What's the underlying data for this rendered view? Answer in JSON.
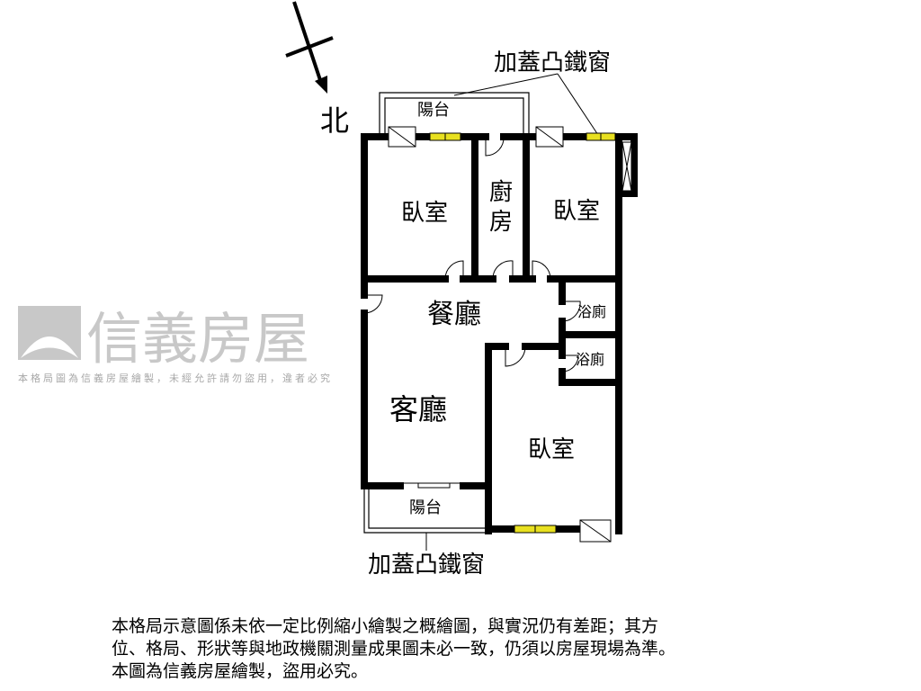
{
  "compass": {
    "label": "北",
    "icon": "north-arrow-icon"
  },
  "rooms": {
    "balcony_top": "陽台",
    "bedroom_nw": "臥室",
    "kitchen_line1": "廚",
    "kitchen_line2": "房",
    "bedroom_ne": "臥室",
    "dining": "餐廳",
    "bath_1": "浴廁",
    "bath_2": "浴廁",
    "living": "客廳",
    "bedroom_s": "臥室",
    "balcony_bottom": "陽台"
  },
  "annotations": {
    "top": "加蓋凸鐵窗",
    "bottom": "加蓋凸鐵窗"
  },
  "watermark": {
    "brand": "信義房屋",
    "notice": "本格局圖為信義房屋繪製，未經允許請勿盜用，違者必究"
  },
  "colors": {
    "wall": "#000000",
    "window": "#e8e020",
    "watermark": "#9a9a9a"
  },
  "disclaimer": [
    "本格局示意圖係未依一定比例縮小繪製之概繪圖，與實況仍有差距；其方",
    "位、格局、形狀等與地政機關測量成果圖未必一致，仍須以房屋現場為準。",
    "本圖為信義房屋繪製，盜用必究。"
  ]
}
